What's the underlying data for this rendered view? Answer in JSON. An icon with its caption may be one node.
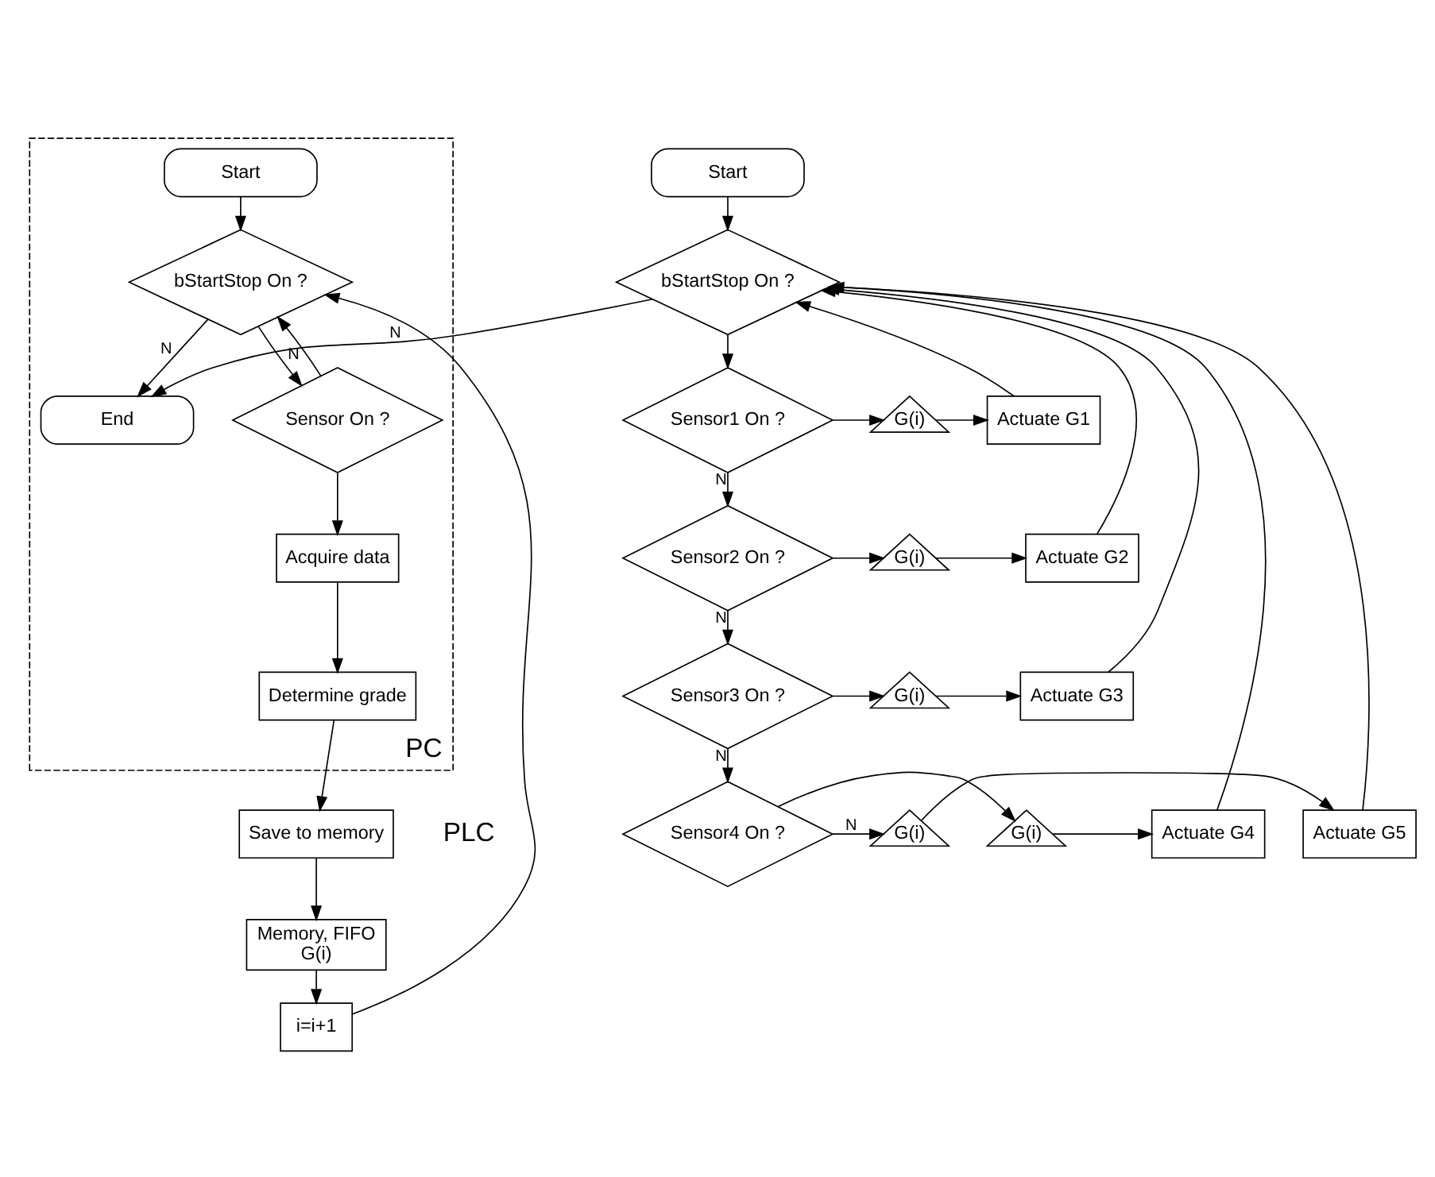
{
  "diagram": {
    "nodes": [
      {
        "text": [
          "PC"
        ]
      },
      {
        "text": [
          "Start"
        ],
        "in": 0
      },
      {
        "text": [
          "bStartStop On ?"
        ],
        "in": 0
      },
      {
        "text": [
          "End"
        ],
        "in": 0
      },
      {
        "text": [
          "Sensor On ?"
        ],
        "in": 0
      },
      {
        "text": [
          "Acquire data"
        ],
        "in": 0
      },
      {
        "text": [
          "Determine grade"
        ],
        "in": 0
      },
      {
        "text": [
          "Save to memory"
        ]
      },
      {
        "text": [
          "Memory, FIFO",
          "G(i)"
        ]
      },
      {
        "text": [
          "i=i+1"
        ]
      },
      {
        "text": [
          "Start"
        ]
      },
      {
        "text": [
          "bStartStop On ?"
        ]
      },
      {
        "text": [
          "Sensor1 On ?"
        ]
      },
      {
        "text": [
          "G(i)"
        ]
      },
      {
        "text": [
          "Actuate G1"
        ]
      },
      {
        "text": [
          "Sensor2 On ?"
        ]
      },
      {
        "text": [
          "G(i)"
        ]
      },
      {
        "text": [
          "Actuate G2"
        ]
      },
      {
        "text": [
          "Sensor3 On ?"
        ]
      },
      {
        "text": [
          "G(i)"
        ]
      },
      {
        "text": [
          "Actuate G3"
        ]
      },
      {
        "text": [
          "Sensor4 On ?"
        ]
      },
      {
        "text": [
          "G(i)"
        ]
      },
      {
        "text": [
          "Actuate G4"
        ]
      },
      {
        "text": [
          "G(i)"
        ]
      },
      {
        "text": [
          "Actuate G5"
        ]
      }
    ],
    "edges": [
      {
        "from": 1,
        "to": 2,
        "arrow": "to"
      },
      {
        "from": 2,
        "to": 3,
        "arrow": "to",
        "label": "N"
      },
      {
        "from": 2,
        "to": 4,
        "arrow": "to"
      },
      {
        "from": 4,
        "to": 2,
        "arrow": "to",
        "label": "N"
      },
      {
        "from": 4,
        "to": 5,
        "arrow": "to"
      },
      {
        "from": 5,
        "to": 6,
        "arrow": "to"
      },
      {
        "from": 6,
        "to": 7,
        "arrow": "to"
      },
      {
        "from": 7,
        "to": 8,
        "arrow": "to"
      },
      {
        "from": 8,
        "to": 9,
        "arrow": "to"
      },
      {
        "from": 9,
        "to": 2,
        "arrow": "to"
      },
      {
        "from": 10,
        "to": 11,
        "arrow": "to"
      },
      {
        "from": 11,
        "to": 3,
        "arrow": "to",
        "label": "N"
      },
      {
        "from": 11,
        "to": 12,
        "arrow": "to"
      },
      {
        "from": 12,
        "to": 13,
        "arrow": "to"
      },
      {
        "from": 13,
        "to": 14,
        "arrow": "to"
      },
      {
        "from": 14,
        "to": 11,
        "arrow": "to"
      },
      {
        "from": 12,
        "to": 15,
        "arrow": "to",
        "label": "N"
      },
      {
        "from": 15,
        "to": 16,
        "arrow": "to"
      },
      {
        "from": 16,
        "to": 17,
        "arrow": "to"
      },
      {
        "from": 17,
        "to": 11,
        "arrow": "to"
      },
      {
        "from": 15,
        "to": 18,
        "arrow": "to",
        "label": "N"
      },
      {
        "from": 18,
        "to": 19,
        "arrow": "to"
      },
      {
        "from": 19,
        "to": 20,
        "arrow": "to"
      },
      {
        "from": 20,
        "to": 11,
        "arrow": "to"
      },
      {
        "from": 18,
        "to": 21,
        "arrow": "to",
        "label": "N"
      },
      {
        "from": 21,
        "to": 22,
        "arrow": "to"
      },
      {
        "from": 22,
        "to": 23,
        "arrow": "to"
      },
      {
        "from": 23,
        "to": 11,
        "arrow": "to"
      },
      {
        "from": 21,
        "to": 24,
        "arrow": "to",
        "label": "N"
      },
      {
        "from": 24,
        "to": 25,
        "arrow": "to"
      },
      {
        "from": 25,
        "to": 11,
        "arrow": "to"
      }
    ],
    "labels": [
      "PLC"
    ]
  }
}
